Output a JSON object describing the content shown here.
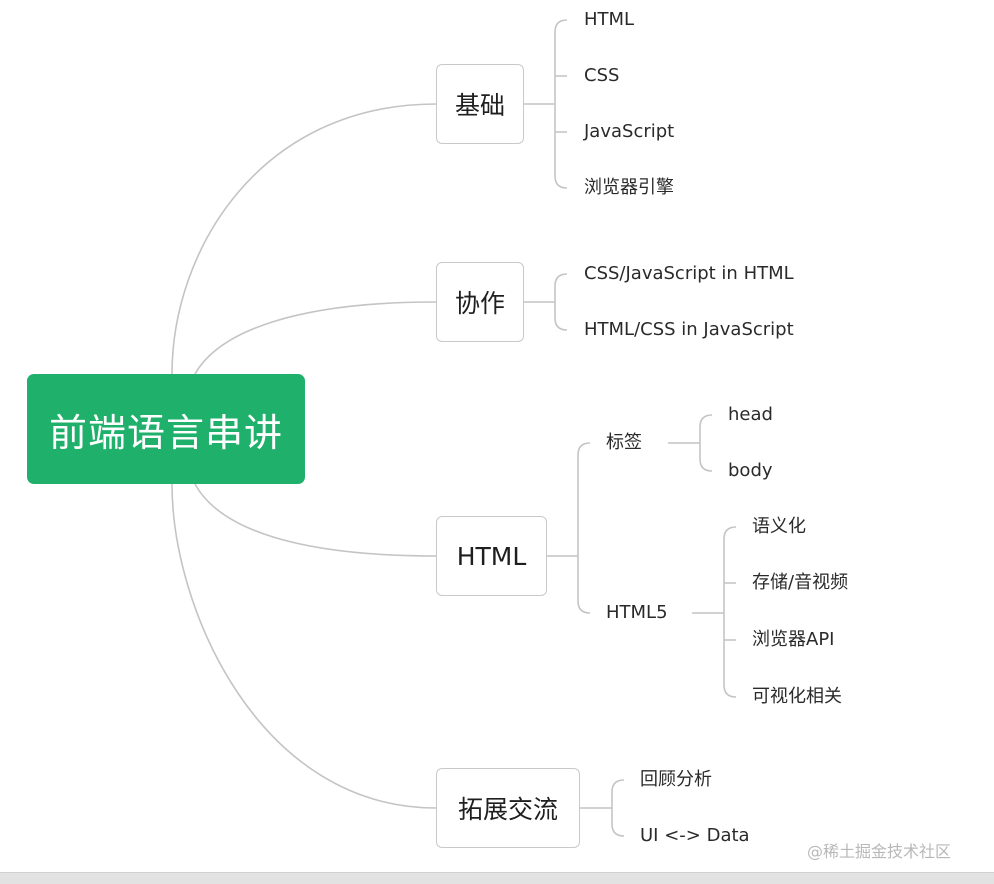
{
  "mindmap": {
    "root": "前端语言串讲",
    "branches": [
      {
        "label": "基础",
        "children": [
          "HTML",
          "CSS",
          "JavaScript",
          "浏览器引擎"
        ]
      },
      {
        "label": "协作",
        "children": [
          "CSS/JavaScript in HTML",
          "HTML/CSS in JavaScript"
        ]
      },
      {
        "label": "HTML",
        "children": [
          {
            "label": "标签",
            "children": [
              "head",
              "body"
            ]
          },
          {
            "label": "HTML5",
            "children": [
              "语义化",
              "存储/音视频",
              "浏览器API",
              "可视化相关"
            ]
          }
        ]
      },
      {
        "label": "拓展交流",
        "children": [
          "回顾分析",
          "UI <-> Data"
        ]
      }
    ]
  },
  "colors": {
    "root_fill": "#1fb06b",
    "line": "#c4c4c4"
  },
  "watermark": "@稀土掘金技术社区"
}
